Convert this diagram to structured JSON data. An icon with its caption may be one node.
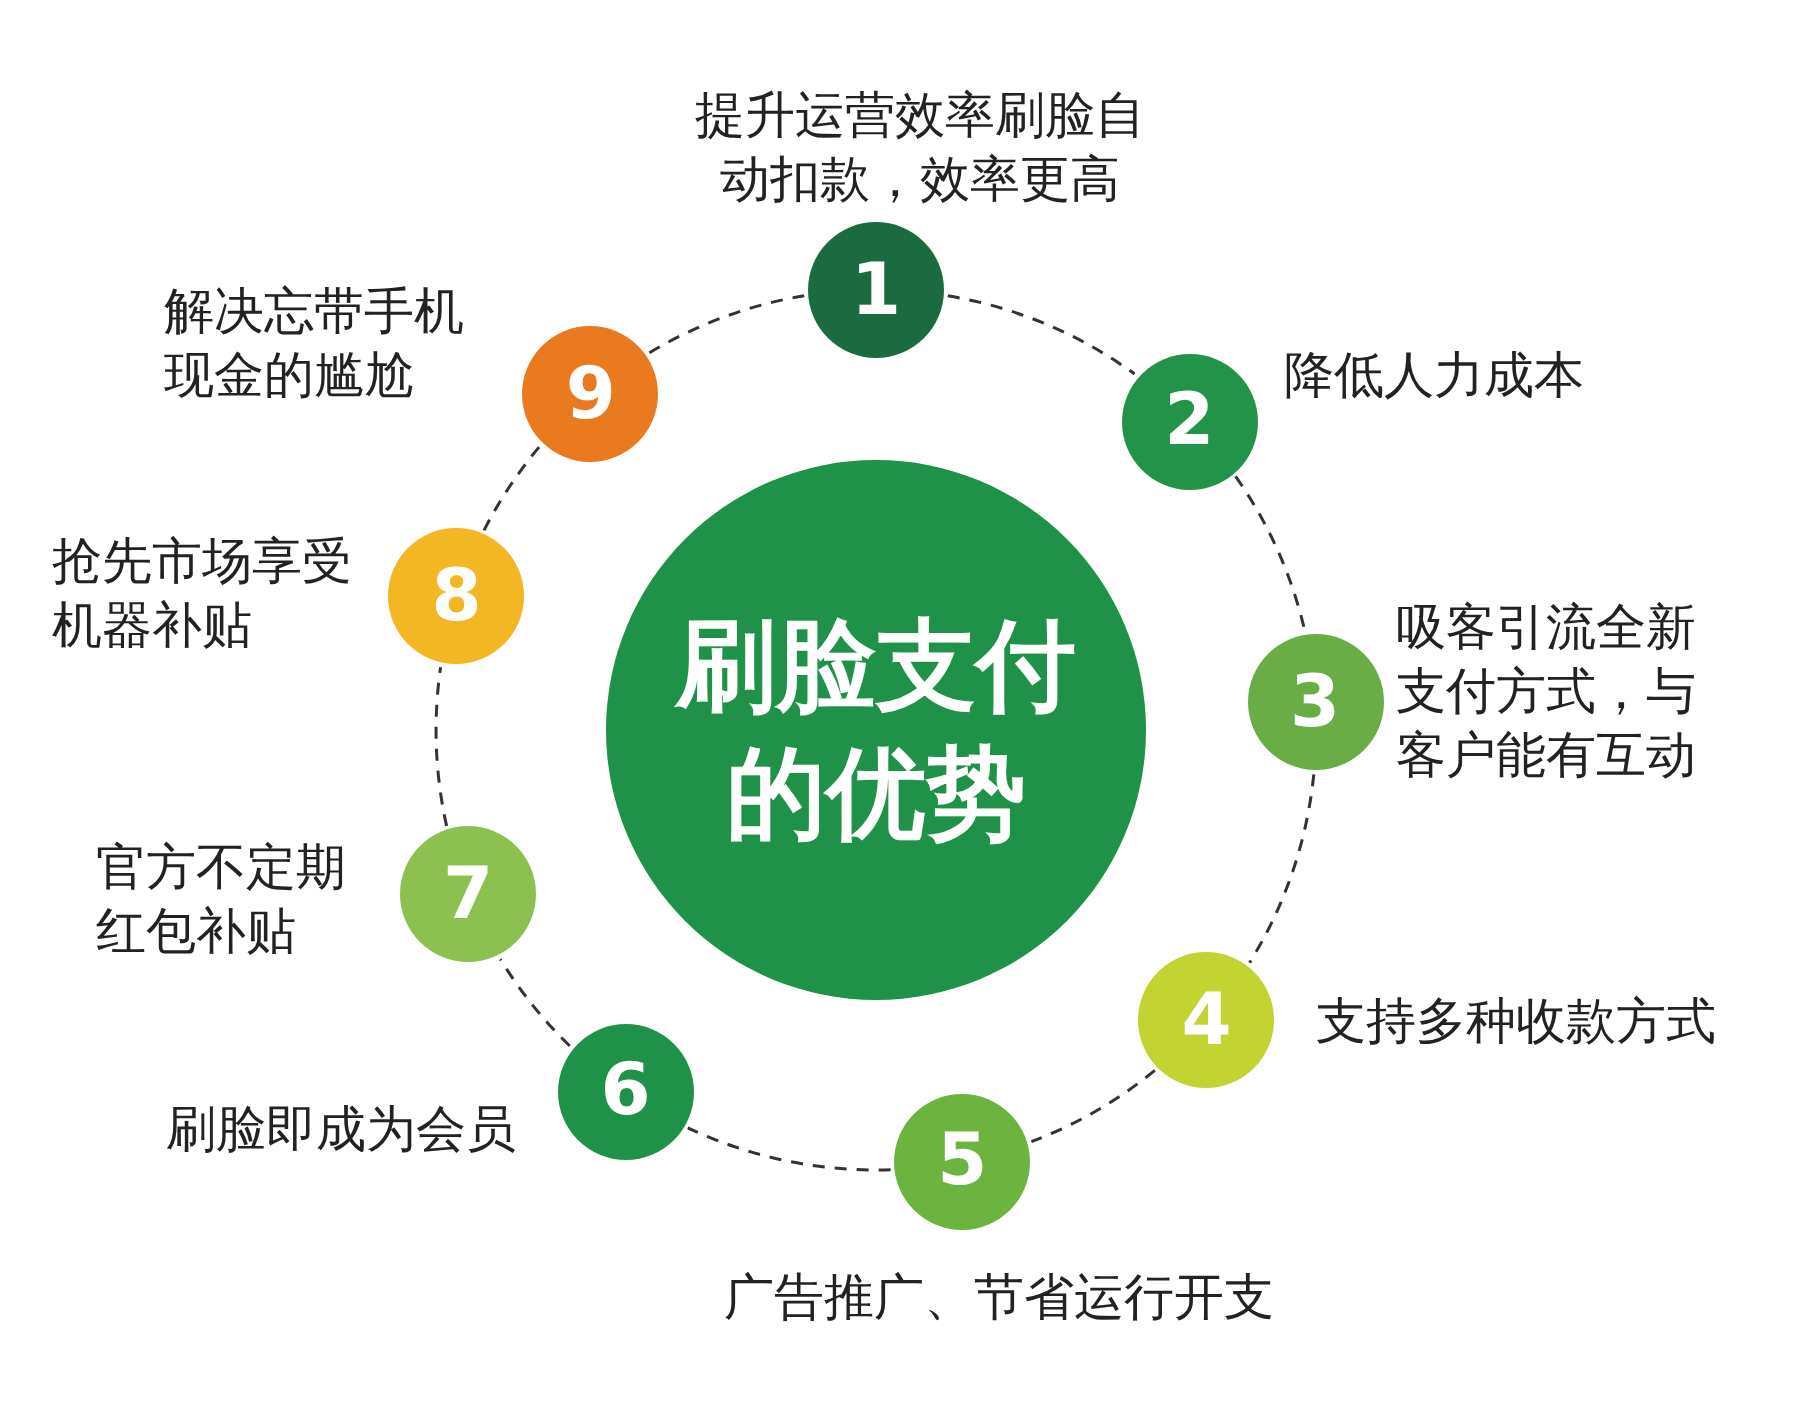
{
  "diagram": {
    "nodes": [
      {
        "text": [
          "刷脸支付的优势"
        ]
      },
      {
        "text": [
          "1"
        ],
        "beside": [
          "提升运营效率刷脸自动扣款，效率更高"
        ]
      },
      {
        "text": [
          "2"
        ],
        "beside": [
          "降低人力成本"
        ]
      },
      {
        "text": [
          "3"
        ],
        "beside": [
          "吸客引流全新支付方式，与客户能有互动"
        ]
      },
      {
        "text": [
          "4"
        ],
        "beside": [
          "支持多种收款方式"
        ]
      },
      {
        "text": [
          "5"
        ],
        "beside": [
          "广告推广、节省运行开支"
        ]
      },
      {
        "text": [
          "6"
        ],
        "beside": [
          "刷脸即成为会员"
        ]
      },
      {
        "text": [
          "7"
        ],
        "beside": [
          "官方不定期红包补贴"
        ]
      },
      {
        "text": [
          "8"
        ],
        "beside": [
          "抢先市场享受机器补贴"
        ]
      },
      {
        "text": [
          "9"
        ],
        "beside": [
          "解决忘带手机现金的尴尬"
        ]
      }
    ],
    "edges": [
      {
        "from": 1,
        "to": 2,
        "arrow": "none",
        "style": "dashed"
      },
      {
        "from": 2,
        "to": 3,
        "arrow": "none",
        "style": "dashed"
      },
      {
        "from": 3,
        "to": 4,
        "arrow": "none",
        "style": "dashed"
      },
      {
        "from": 4,
        "to": 5,
        "arrow": "none",
        "style": "dashed"
      },
      {
        "from": 5,
        "to": 6,
        "arrow": "none",
        "style": "dashed"
      },
      {
        "from": 6,
        "to": 7,
        "arrow": "none",
        "style": "dashed"
      },
      {
        "from": 7,
        "to": 8,
        "arrow": "none",
        "style": "dashed"
      },
      {
        "from": 8,
        "to": 9,
        "arrow": "none",
        "style": "dashed"
      },
      {
        "from": 9,
        "to": 1,
        "arrow": "none",
        "style": "dashed"
      }
    ]
  }
}
